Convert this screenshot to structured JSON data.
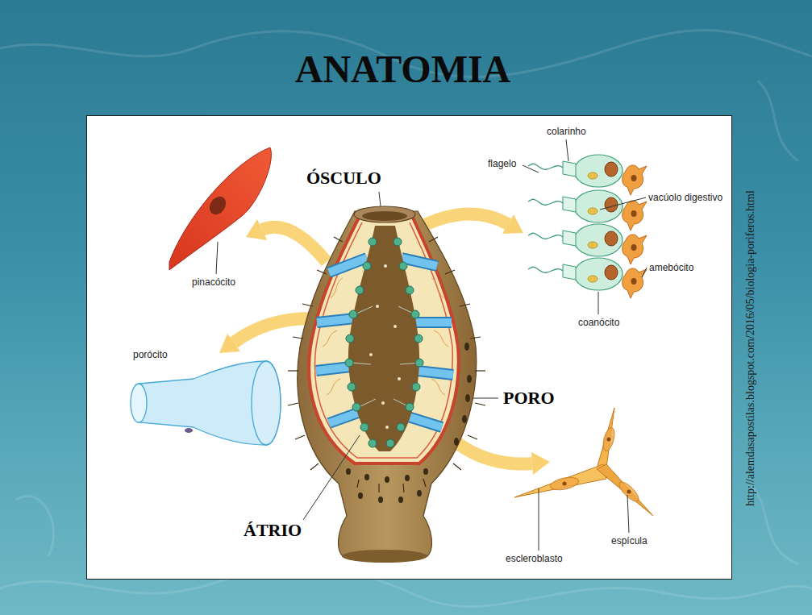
{
  "diagram": {
    "title": "ANATOMIA",
    "labels": [
      "ÓSCULO",
      "PORO",
      "ÁTRIO",
      "pinacócito",
      "porócito",
      "colarinho",
      "flagelo",
      "vacúolo digestivo",
      "amebócito",
      "coanócito",
      "escleroblasto",
      "espícula",
      "http://alemdasapostilas.blogspot.com/2016/05/biologia-poriferos.html"
    ]
  }
}
